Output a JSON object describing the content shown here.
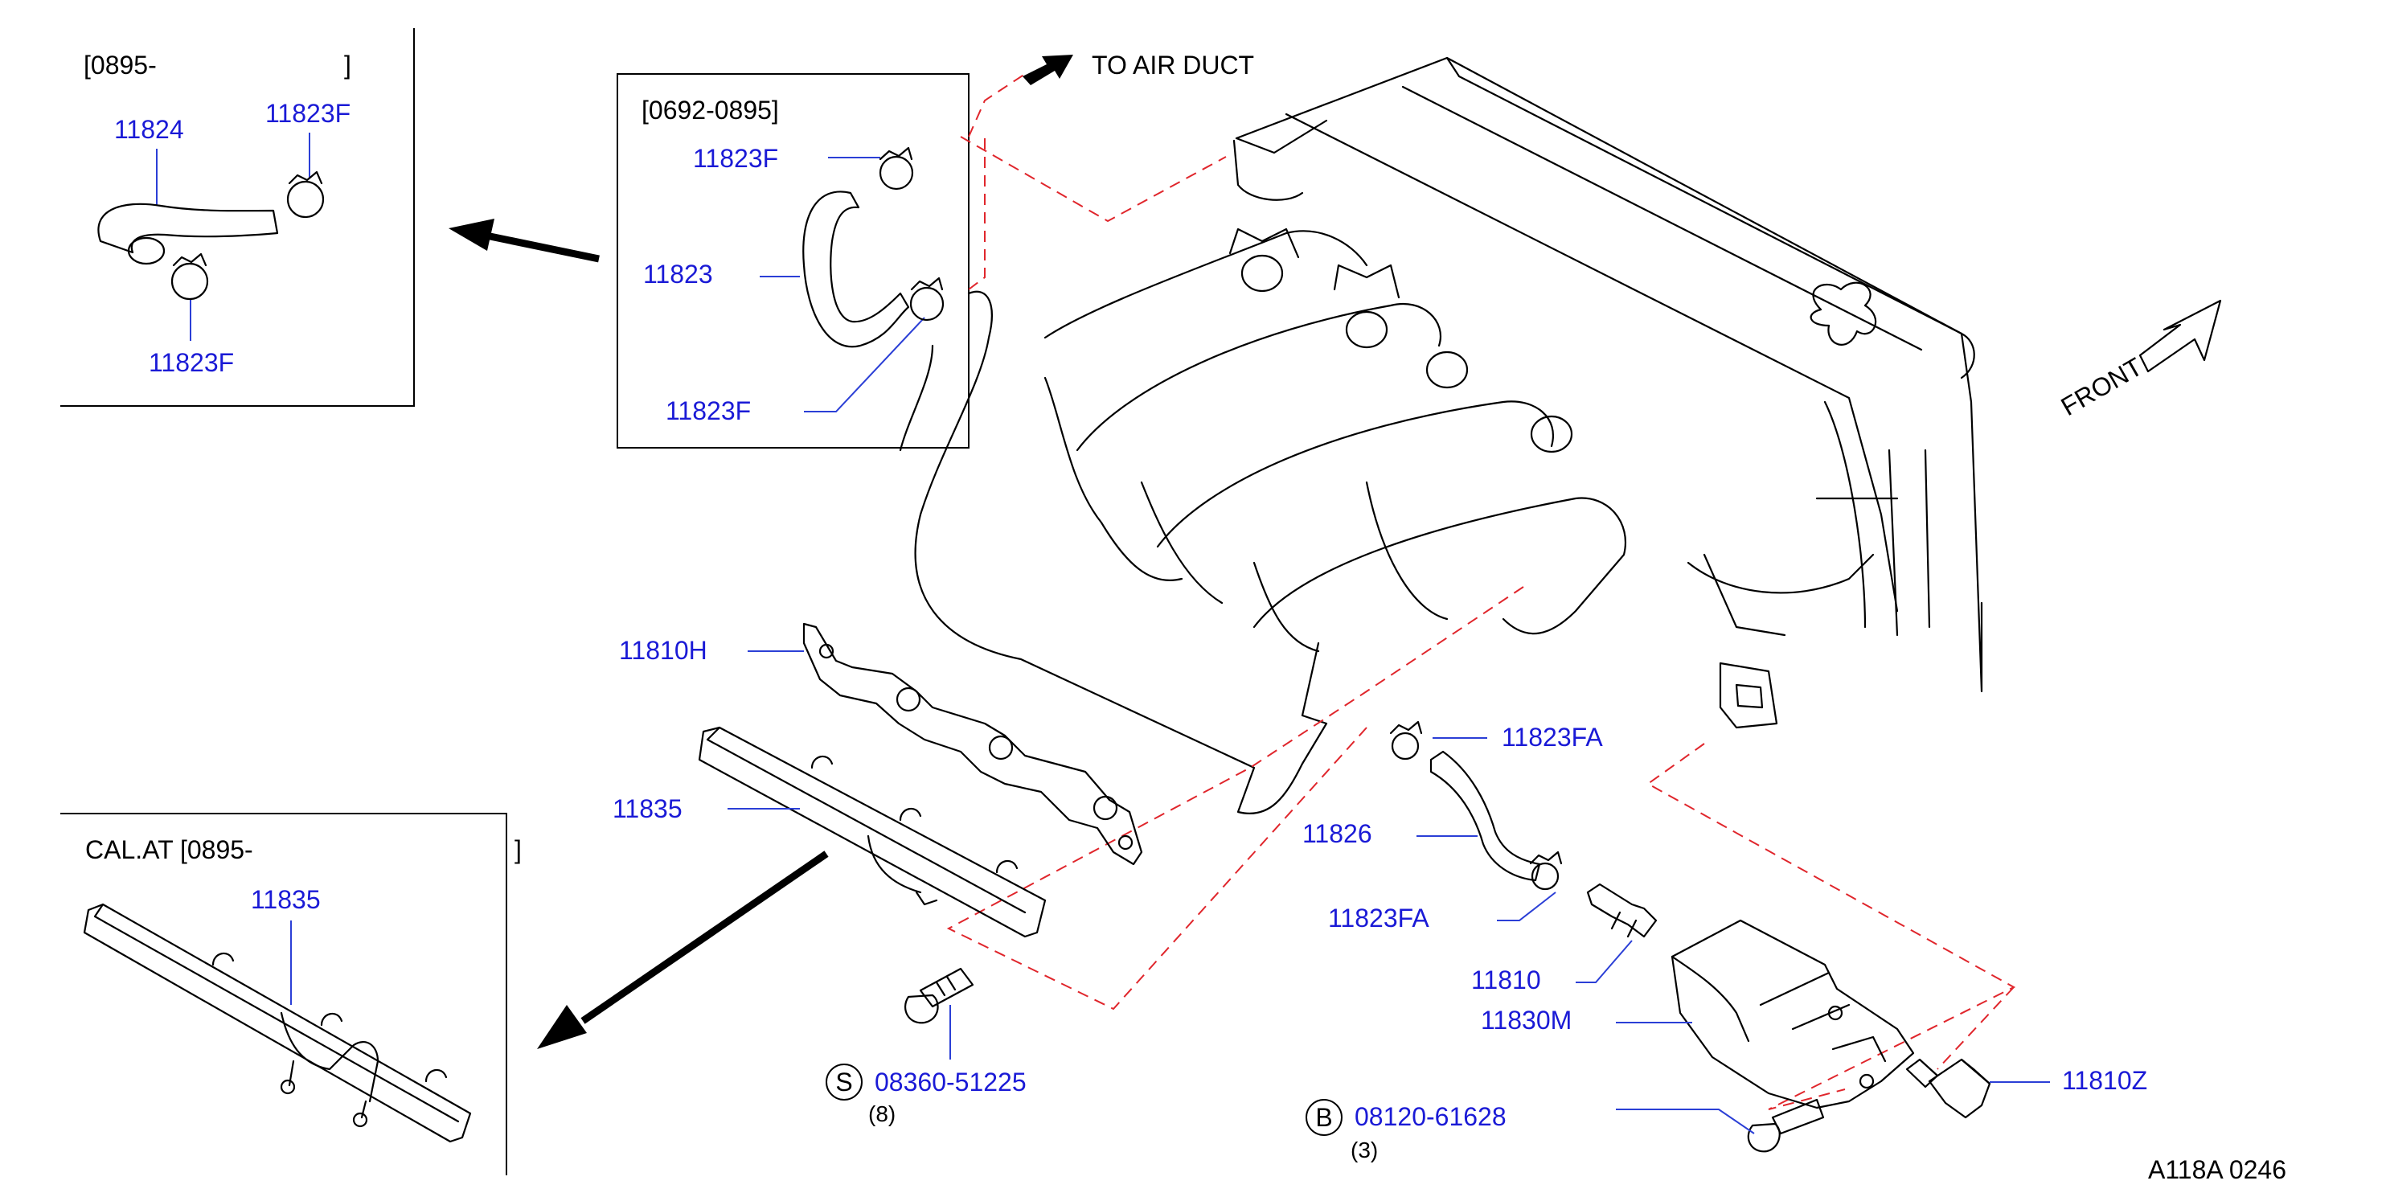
{
  "colors": {
    "part_label": "#1a1ad6",
    "leader": "#2b3fd6",
    "dashed": "#e0262c",
    "line": "#000000"
  },
  "inset_top_left": {
    "range": "[0895-",
    "range_close": "]",
    "labels": [
      "11824",
      "11823F",
      "11823F"
    ]
  },
  "inset_middle": {
    "range": "[0692-0895]",
    "labels": [
      "11823F",
      "11823",
      "11823F"
    ]
  },
  "inset_bottom_left": {
    "title": "CAL.AT  [0895-",
    "range_close": "]",
    "labels": [
      "11835"
    ]
  },
  "to_air_duct": "TO  AIR  DUCT",
  "front": "FRONT",
  "main_labels": {
    "p11810h": "11810H",
    "p11835": "11835",
    "p11823fa_top": "11823FA",
    "p11826": "11826",
    "p11823fa_bottom": "11823FA",
    "p11810": "11810",
    "p11830m": "11830M",
    "p11810z": "11810Z"
  },
  "fasteners": {
    "screw": {
      "letter": "S",
      "part": "08360-51225",
      "qty": "(8)"
    },
    "bolt": {
      "letter": "B",
      "part": "08120-61628",
      "qty": "(3)"
    }
  },
  "footer_code": "A118A  0246"
}
